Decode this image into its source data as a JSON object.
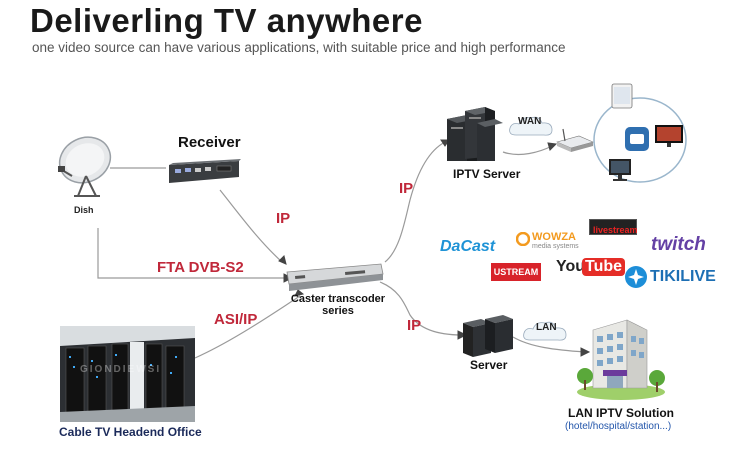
{
  "header": {
    "title": "Deliverling TV anywhere",
    "subtitle": "one video source can have various applications, with suitable price and high performance"
  },
  "nodes": {
    "dish": "Dish",
    "receiver": "Receiver",
    "transcoder_line1": "Caster transcoder",
    "transcoder_line2": "series",
    "iptv_server": "IPTV Server",
    "server": "Server",
    "headend": "Cable TV Headend Office",
    "lan_solution": "LAN IPTV Solution",
    "lan_solution_sub": "(hotel/hospital/station...)"
  },
  "links": {
    "ip_receiver": "IP",
    "fta": "FTA DVB-S2",
    "asi_ip": "ASI/IP",
    "ip_upper": "IP",
    "ip_lower": "IP",
    "wan": "WAN",
    "lan": "LAN"
  },
  "platforms": {
    "dacast": "DaCast",
    "wowza": "WOWZA",
    "wowza_sub": "media systems",
    "livestream": "livestream",
    "twitch": "twitch",
    "ustream": "USTREAM",
    "youtube_you": "You",
    "youtube_tube": "Tube",
    "tikilive": "TIKILIVE"
  },
  "headend_image": {
    "watermark": "GIONDIEWSI"
  },
  "colors": {
    "red_label": "#c0283a",
    "line": "#9a9a9a",
    "dacast": "#1f93d6",
    "wowza": "#f39a1e",
    "twitch": "#6441a5",
    "ustream": "#d8232a",
    "youtube": "#e52d27",
    "tikilive": "#1d8ed8"
  }
}
